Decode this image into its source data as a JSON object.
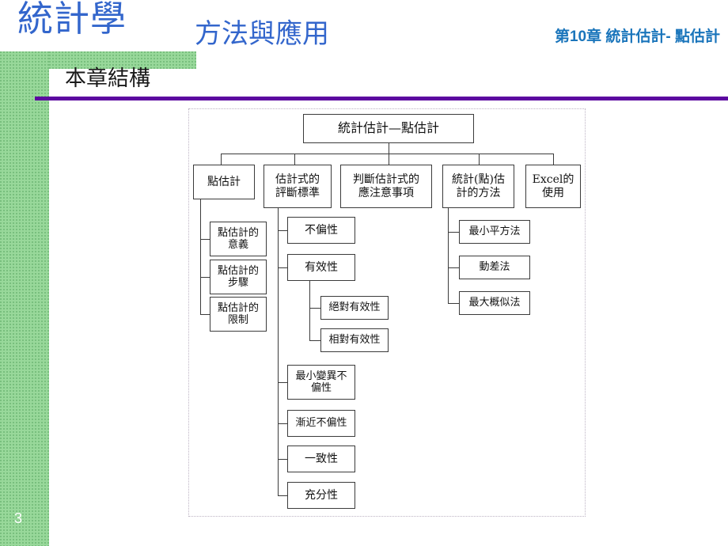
{
  "header": {
    "title_main": "統計學",
    "title_sub": "方法與應用",
    "chapter": "第10章 統計估計- 點估計",
    "accent_blue": "#3366cc",
    "chapter_blue": "#1a75bb",
    "rule_purple": "#5c08a0",
    "band_green": "#98d89a"
  },
  "section": {
    "heading": "本章結構",
    "page_number": "3"
  },
  "chart_data": {
    "type": "diagram",
    "title": "統計估計—點估計",
    "orientation": "top-down tree",
    "nodes": {
      "root": "統計估計—點估計",
      "level1": [
        "點估計",
        "估計式的\n評斷標準",
        "判斷估計式的\n應注意事項",
        "統計(點)估\n計的方法",
        "Excel的\n使用"
      ],
      "branch_point_estimation": [
        "點估計的\n意義",
        "點估計的\n步驟",
        "點估計的\n限制"
      ],
      "branch_criteria": [
        "不偏性",
        "有效性",
        "最小變異不\n偏性",
        "漸近不偏性",
        "一致性",
        "充分性"
      ],
      "branch_efficiency_sub": [
        "絕對有效性",
        "相對有效性"
      ],
      "branch_methods": [
        "最小平方法",
        "動差法",
        "最大概似法"
      ]
    },
    "edges": [
      [
        "統計估計—點估計",
        "點估計"
      ],
      [
        "統計估計—點估計",
        "估計式的評斷標準"
      ],
      [
        "統計估計—點估計",
        "判斷估計式的應注意事項"
      ],
      [
        "統計估計—點估計",
        "統計(點)估計的方法"
      ],
      [
        "統計估計—點估計",
        "Excel的使用"
      ],
      [
        "點估計",
        "點估計的意義"
      ],
      [
        "點估計",
        "點估計的步驟"
      ],
      [
        "點估計",
        "點估計的限制"
      ],
      [
        "估計式的評斷標準",
        "不偏性"
      ],
      [
        "估計式的評斷標準",
        "有效性"
      ],
      [
        "估計式的評斷標準",
        "最小變異不偏性"
      ],
      [
        "估計式的評斷標準",
        "漸近不偏性"
      ],
      [
        "估計式的評斷標準",
        "一致性"
      ],
      [
        "估計式的評斷標準",
        "充分性"
      ],
      [
        "有效性",
        "絕對有效性"
      ],
      [
        "有效性",
        "相對有效性"
      ],
      [
        "統計(點)估計的方法",
        "最小平方法"
      ],
      [
        "統計(點)估計的方法",
        "動差法"
      ],
      [
        "統計(點)估計的方法",
        "最大概似法"
      ]
    ]
  }
}
